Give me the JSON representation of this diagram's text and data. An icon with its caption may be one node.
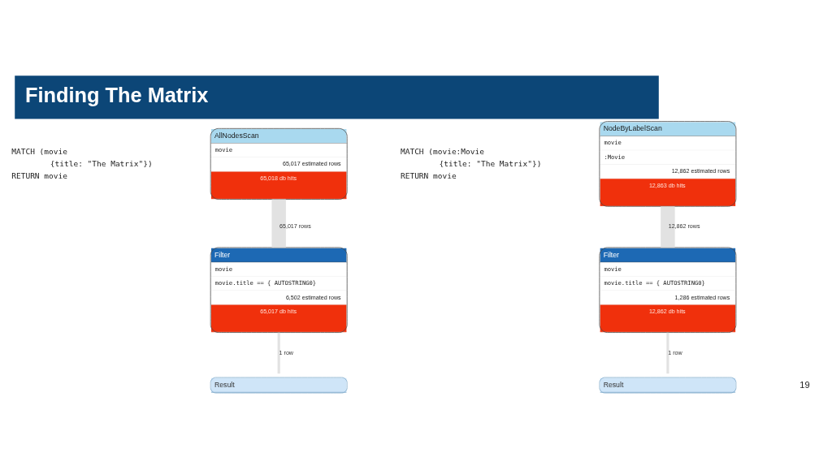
{
  "diagram": {
    "title": "Finding The Matrix",
    "nodes": [
      {
        "text": [
          "AllNodesScan",
          "movie",
          "65,017 estimated rows",
          "65,018 db hits"
        ]
      },
      {
        "text": [
          "Filter",
          "movie",
          "movie.title == { AUTOSTRING0}",
          "6,502 estimated rows",
          "65,017 db hits"
        ]
      },
      {
        "text": [
          "Result"
        ]
      },
      {
        "text": [
          "NodeByLabelScan",
          "movie",
          ":Movie",
          "12,862 estimated rows",
          "12,863 db hits"
        ]
      },
      {
        "text": [
          "Filter",
          "movie",
          "movie.title == { AUTOSTRING0}",
          "1,286 estimated rows",
          "12,862 db hits"
        ]
      },
      {
        "text": [
          "Result"
        ]
      }
    ],
    "edges": [
      {
        "from": 0,
        "to": 1,
        "arrow": "none",
        "label": "65,017 rows",
        "style": "thick"
      },
      {
        "from": 1,
        "to": 2,
        "arrow": "none",
        "label": "1 row"
      },
      {
        "from": 3,
        "to": 4,
        "arrow": "none",
        "label": "12,862 rows",
        "style": "thick"
      },
      {
        "from": 4,
        "to": 5,
        "arrow": "none",
        "label": "1 row"
      }
    ],
    "labels": [
      "MATCH (movie",
      "{title: \"The Matrix\"})",
      "RETURN movie",
      "MATCH (movie:Movie",
      "{title: \"The Matrix\"})",
      "RETURN movie",
      "19"
    ]
  }
}
